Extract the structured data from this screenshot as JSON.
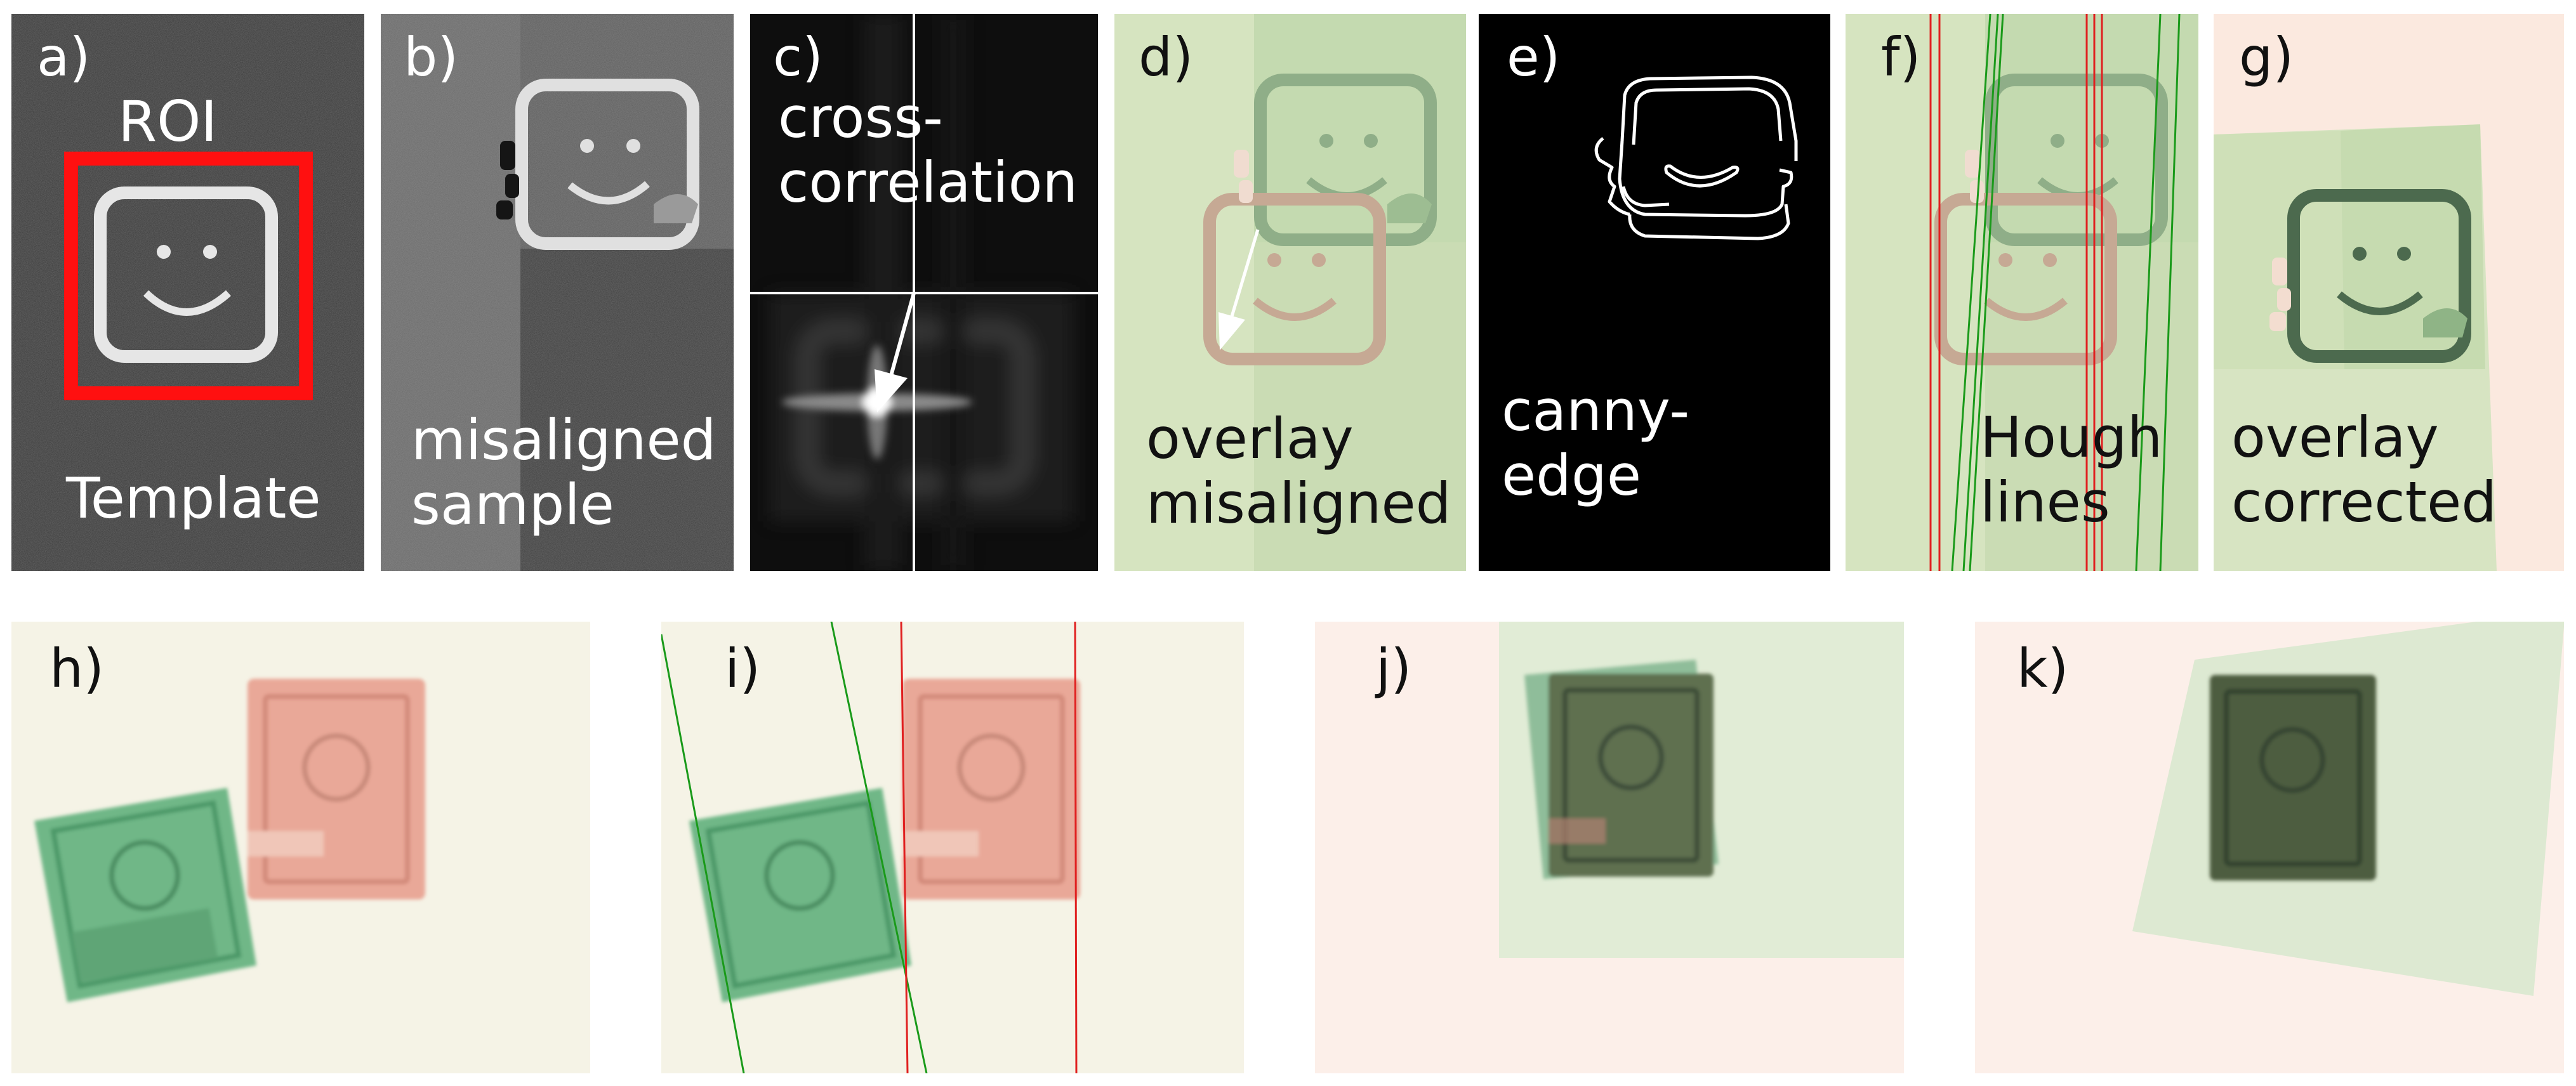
{
  "panels": {
    "a": {
      "letter": "a)",
      "roi": "ROI",
      "caption": "Template"
    },
    "b": {
      "letter": "b)",
      "caption1": "misaligned",
      "caption2": "sample"
    },
    "c": {
      "letter": "c)",
      "caption1": "cross-",
      "caption2": "correlation"
    },
    "d": {
      "letter": "d)",
      "caption1": "overlay",
      "caption2": "misaligned"
    },
    "e": {
      "letter": "e)",
      "caption1": "canny-",
      "caption2": "edge"
    },
    "f": {
      "letter": "f)",
      "caption1": "Hough",
      "caption2": "lines"
    },
    "g": {
      "letter": "g)",
      "caption1": "overlay",
      "caption2": "corrected"
    },
    "h": {
      "letter": "h)"
    },
    "i": {
      "letter": "i)"
    },
    "j": {
      "letter": "j)"
    },
    "k": {
      "letter": "k)"
    }
  },
  "colors": {
    "roi_box": "#ff1010",
    "hough_red": "#e02020",
    "hough_green": "#1a9a1a",
    "overlay_green": "#cfe0b8",
    "overlay_pink": "#f8e4da"
  }
}
